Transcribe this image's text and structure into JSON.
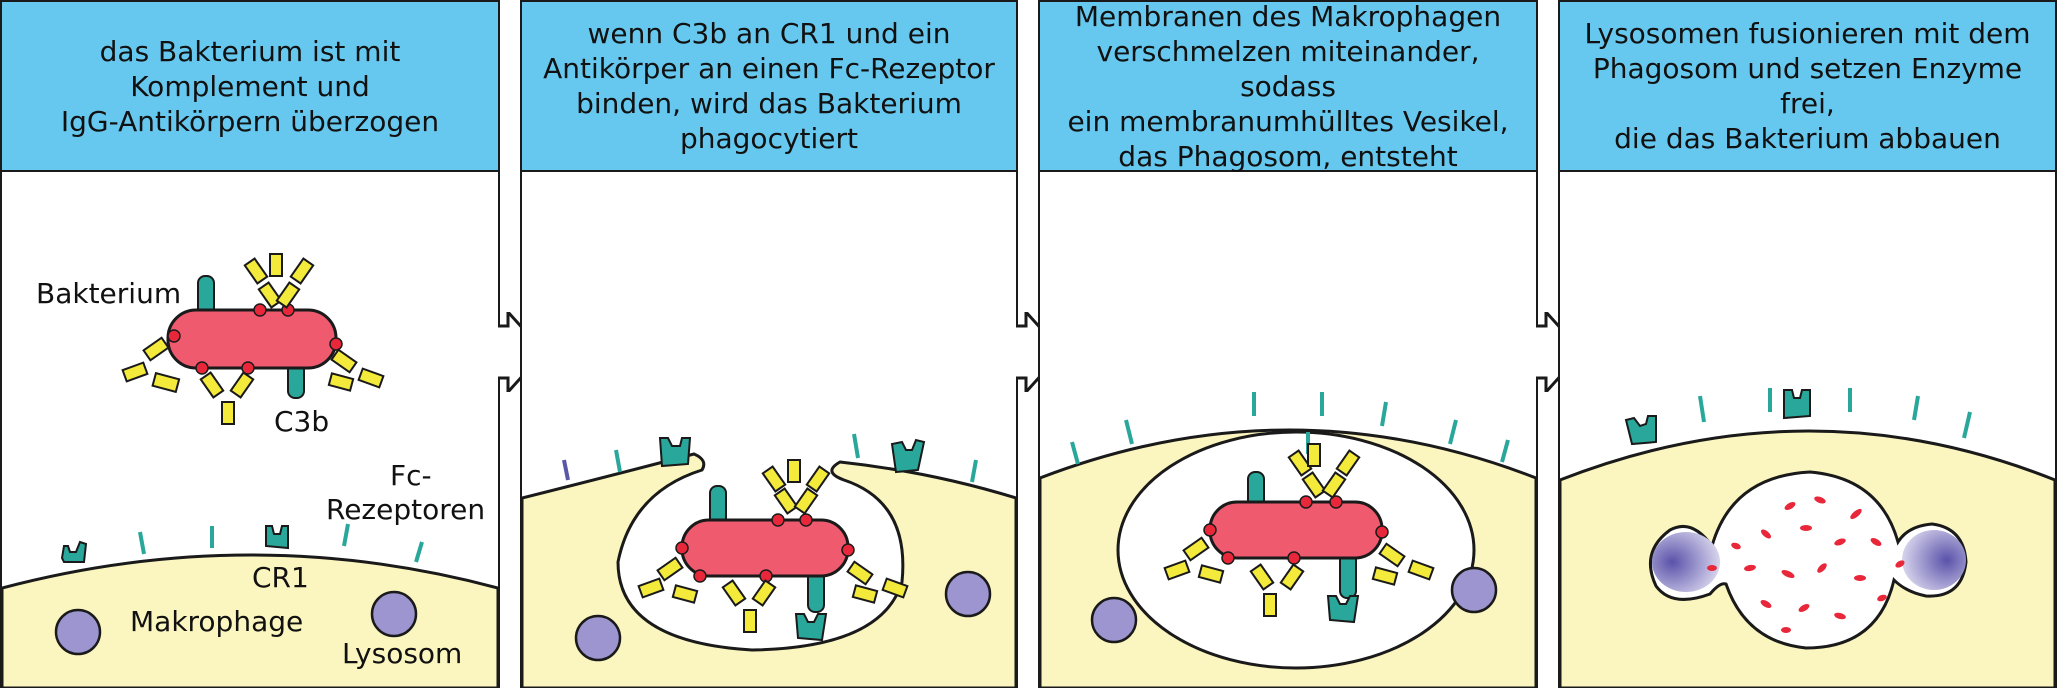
{
  "panels": [
    {
      "caption": [
        "das Bakterium ist mit",
        "Komplement und",
        "IgG-Antikörpern überzogen"
      ]
    },
    {
      "caption": [
        "wenn C3b an CR1 und ein",
        "Antikörper an einen Fc-Rezeptor",
        "binden, wird das Bakterium",
        "phagocytiert"
      ]
    },
    {
      "caption": [
        "Membranen des Makrophagen",
        "verschmelzen miteinander, sodass",
        "ein membranumhülltes Vesikel,",
        "das Phagosom, entsteht"
      ]
    },
    {
      "caption": [
        "Lysosomen fusionieren mit dem",
        "Phagosom und setzen Enzyme frei,",
        "die das Bakterium abbauen"
      ]
    }
  ],
  "labels": {
    "bakterium": "Bakterium",
    "c3b": "C3b",
    "fc_rezeptoren_1": "Fc-",
    "fc_rezeptoren_2": "Rezeptoren",
    "cr1": "CR1",
    "makrophage": "Makrophage",
    "lysosom": "Lysosom"
  },
  "colors": {
    "header": "#67c8ef",
    "cell": "#fbf5bf",
    "bacterium": "#ef5a6e",
    "complement": "#e8283a",
    "antibody": "#f4ea3c",
    "receptor": "#2aa79b",
    "lysosome": "#9c95d0"
  }
}
